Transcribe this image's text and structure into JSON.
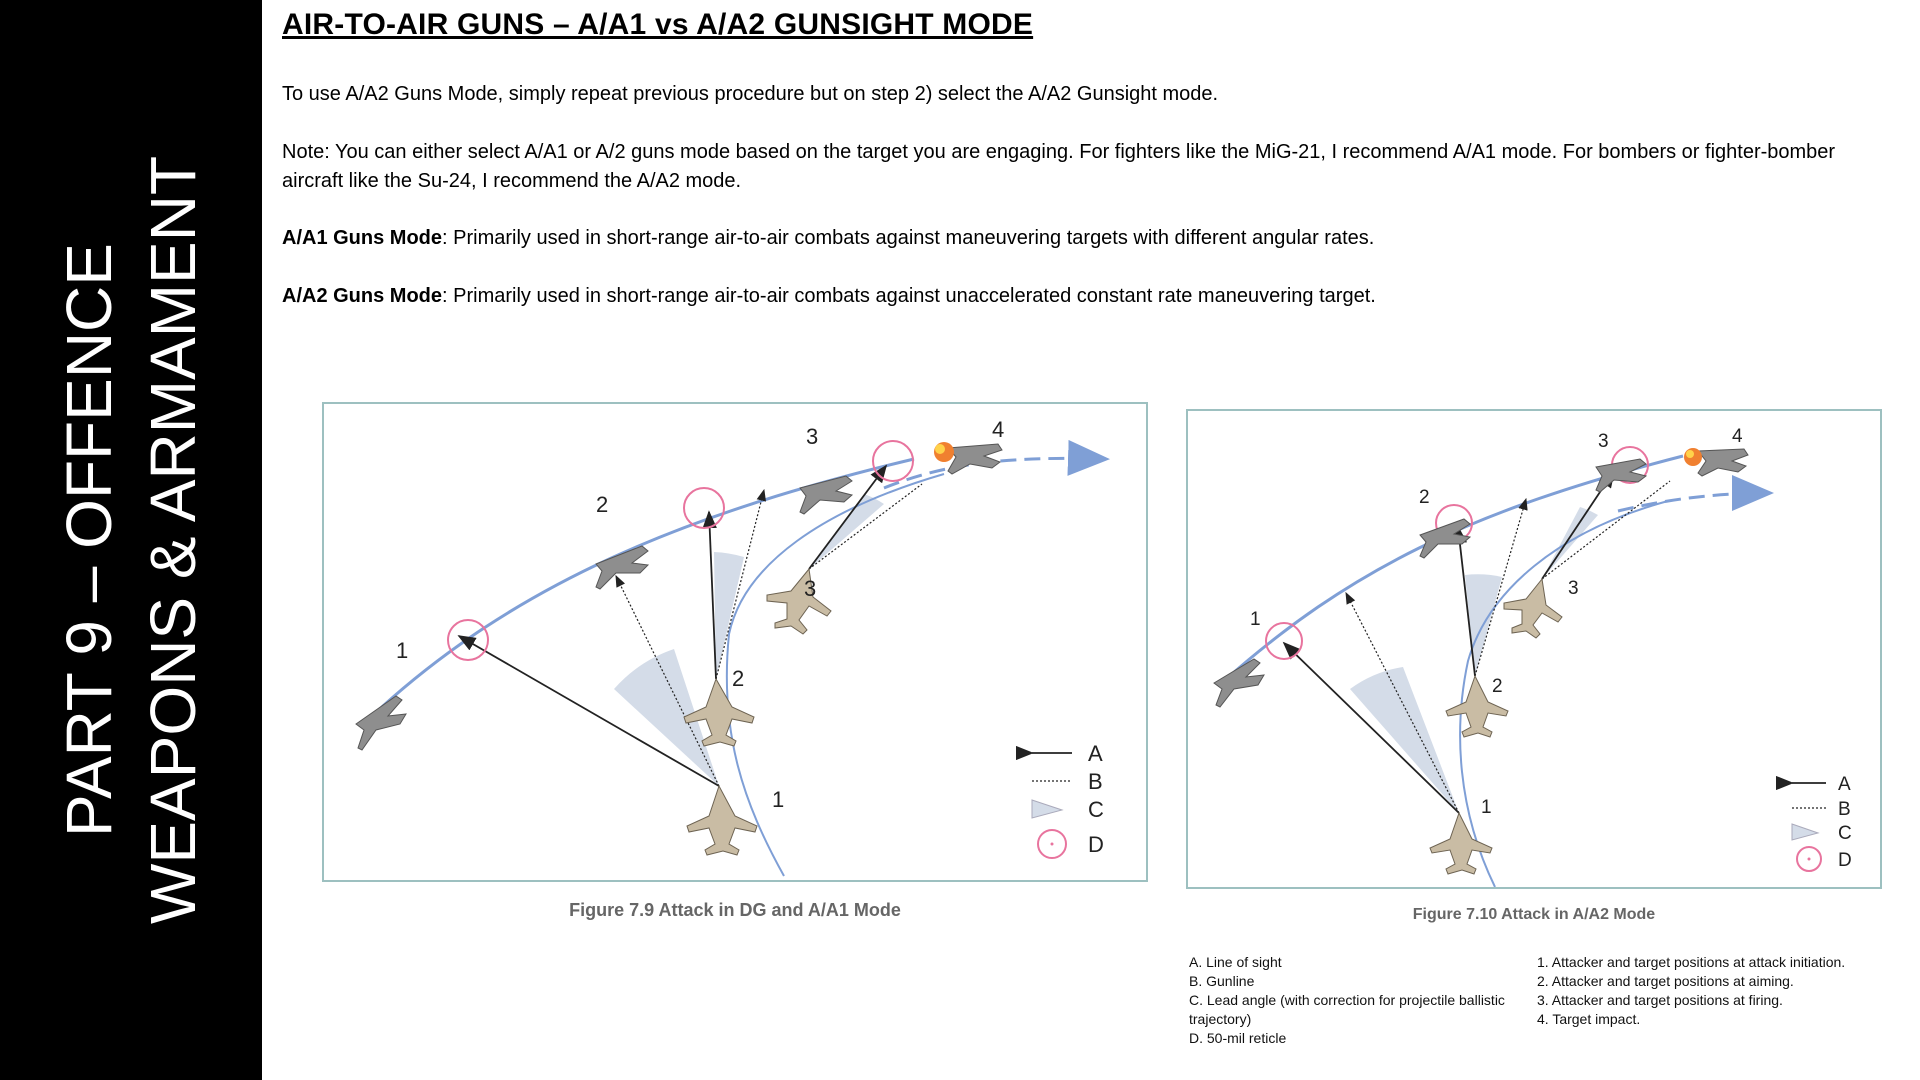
{
  "sidebar": {
    "line1": "PART  9 – OFFENCE",
    "line2": "WEAPONS & ARMAMENT"
  },
  "page": {
    "title": "AIR-TO-AIR GUNS – A/A1 vs A/A2 GUNSIGHT MODE",
    "p1": "To use A/A2 Guns Mode, simply repeat previous procedure but on step 2) select the A/A2 Gunsight mode.",
    "p2": "Note: You can either select A/A1 or A/2 guns mode based on the target you are engaging. For fighters like the MiG-21, I recommend A/A1 mode. For bombers or fighter-bomber aircraft like the Su-24, I recommend the A/A2 mode.",
    "p3_bold": "A/A1 Guns Mode",
    "p3_rest": ": Primarily used in short-range air-to-air combats against maneuvering targets with different angular rates.",
    "p4_bold": "A/A2 Guns Mode",
    "p4_rest": ": Primarily used in short-range air-to-air combats against unaccelerated constant rate maneuvering target."
  },
  "figure1": {
    "caption": "Figure 7.9 Attack in DG and A/A1 Mode",
    "target_labels": [
      "1",
      "2",
      "3",
      "4"
    ],
    "attacker_labels": [
      "1",
      "2",
      "3"
    ],
    "legend": [
      "A",
      "B",
      "C",
      "D"
    ]
  },
  "figure2": {
    "caption": "Figure 7.10 Attack in A/A2 Mode",
    "target_labels": [
      "1",
      "2",
      "3",
      "4"
    ],
    "attacker_labels": [
      "1",
      "2",
      "3"
    ],
    "legend": [
      "A",
      "B",
      "C",
      "D"
    ]
  },
  "key": {
    "left": [
      "A. Line of sight",
      "B. Gunline",
      "C. Lead angle (with correction for projectile ballistic trajectory)",
      "D. 50-mil reticle"
    ],
    "right": [
      "1. Attacker and target positions at attack initiation.",
      "2. Attacker and target positions at aiming.",
      "3. Attacker and target positions at firing.",
      "4. Target impact."
    ]
  },
  "colors": {
    "sidebar_bg": "#000000",
    "flight_path": "#7f9fd6",
    "reticle": "#e8749e",
    "lead_angle_fill": "#d4dce8",
    "frame": "#9dc0c0"
  }
}
